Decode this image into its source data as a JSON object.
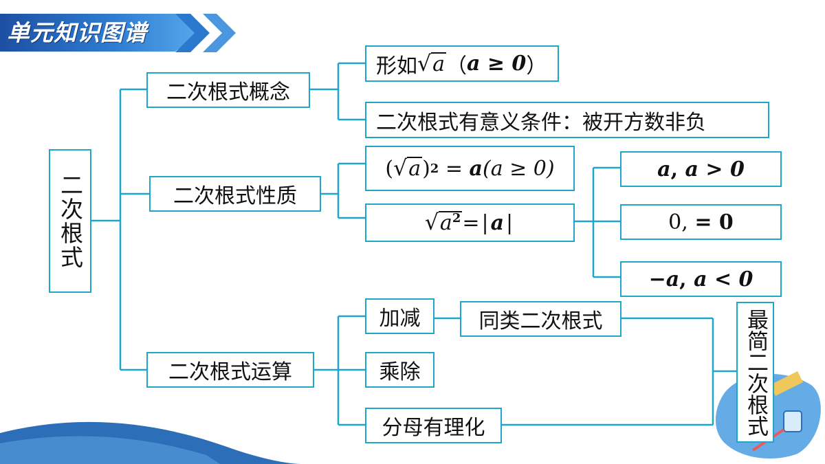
{
  "header": {
    "title": "单元知识图谱"
  },
  "root": {
    "label": "二次根式"
  },
  "branches": {
    "concept": {
      "label": "二次根式概念",
      "form_prefix": "形如",
      "form_radicand": "a",
      "form_cond_open": "（",
      "form_cond": "a ≥ 0",
      "form_cond_close": "）",
      "meaning": "二次根式有意义条件：被开方数非负"
    },
    "property": {
      "label": "二次根式性质",
      "p1_radicand": "a",
      "p1_exp": "2",
      "p1_eq": " = ",
      "p1_rhs": "a",
      "p1_cond": "(a ≥ 0)",
      "p2_radicand": "a",
      "p2_exp": "2",
      "p2_eq": "=",
      "p2_rhs": "a",
      "cases": [
        {
          "value": "a",
          "cond": "a > 0"
        },
        {
          "value": "0",
          "cond": "= 0"
        },
        {
          "value": "−a",
          "cond": "a < 0"
        }
      ]
    },
    "operation": {
      "label": "二次根式运算",
      "items": [
        "加减",
        "乘除",
        "分母有理化"
      ],
      "like_radicals": "同类二次根式",
      "simplest": "最简二次根式"
    }
  },
  "colors": {
    "line": "#1ea6c9",
    "banner": "#2f7fd4",
    "wave": "#2c6fb8"
  }
}
